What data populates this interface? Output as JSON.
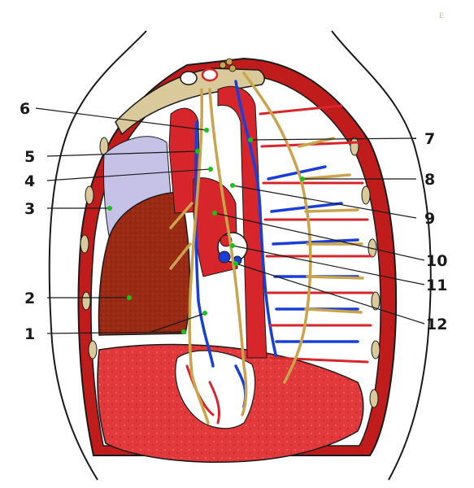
{
  "figure": {
    "corner_mark": "E",
    "labels": [
      {
        "id": "1",
        "text": "1"
      },
      {
        "id": "2",
        "text": "2"
      },
      {
        "id": "3",
        "text": "3"
      },
      {
        "id": "4",
        "text": "4"
      },
      {
        "id": "5",
        "text": "5"
      },
      {
        "id": "6",
        "text": "6"
      },
      {
        "id": "7",
        "text": "7"
      },
      {
        "id": "8",
        "text": "8"
      },
      {
        "id": "9",
        "text": "9"
      },
      {
        "id": "10",
        "text": "10"
      },
      {
        "id": "11",
        "text": "11"
      },
      {
        "id": "12",
        "text": "12"
      }
    ]
  },
  "colors": {
    "outline": "#1a1a1a",
    "artery_red": "#d7262b",
    "dark_red": "#8e1410",
    "vein_blue": "#1a3fd6",
    "nerve_yellow": "#c9a44c",
    "lung_lavender": "#c6c1e6",
    "heart_brown": "#9a2a14",
    "bone_tan": "#d9c99b",
    "marker_green": "#19c219"
  }
}
